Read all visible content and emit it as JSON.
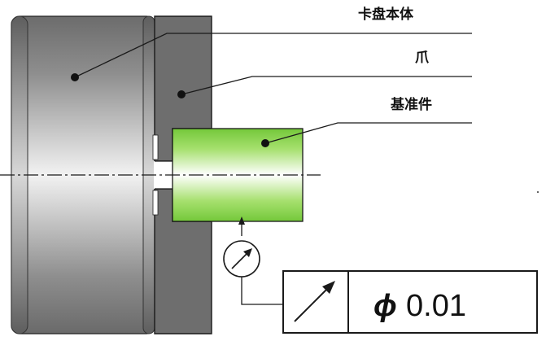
{
  "labels": {
    "chuck_body": "卡盘本体",
    "jaw": "爪",
    "reference_part": "基准件"
  },
  "tolerance_frame": {
    "symbol_icon": "circular-runout-arrow-icon",
    "diameter_symbol": "ϕ",
    "value": "0.01"
  },
  "gauge": {
    "icon": "dial-indicator-icon"
  },
  "colors": {
    "chuck_body": "#9a9a9a",
    "jaw": "#6e6e6e",
    "reference_part": "#7fd03a",
    "lines": "#1a1a1a"
  }
}
